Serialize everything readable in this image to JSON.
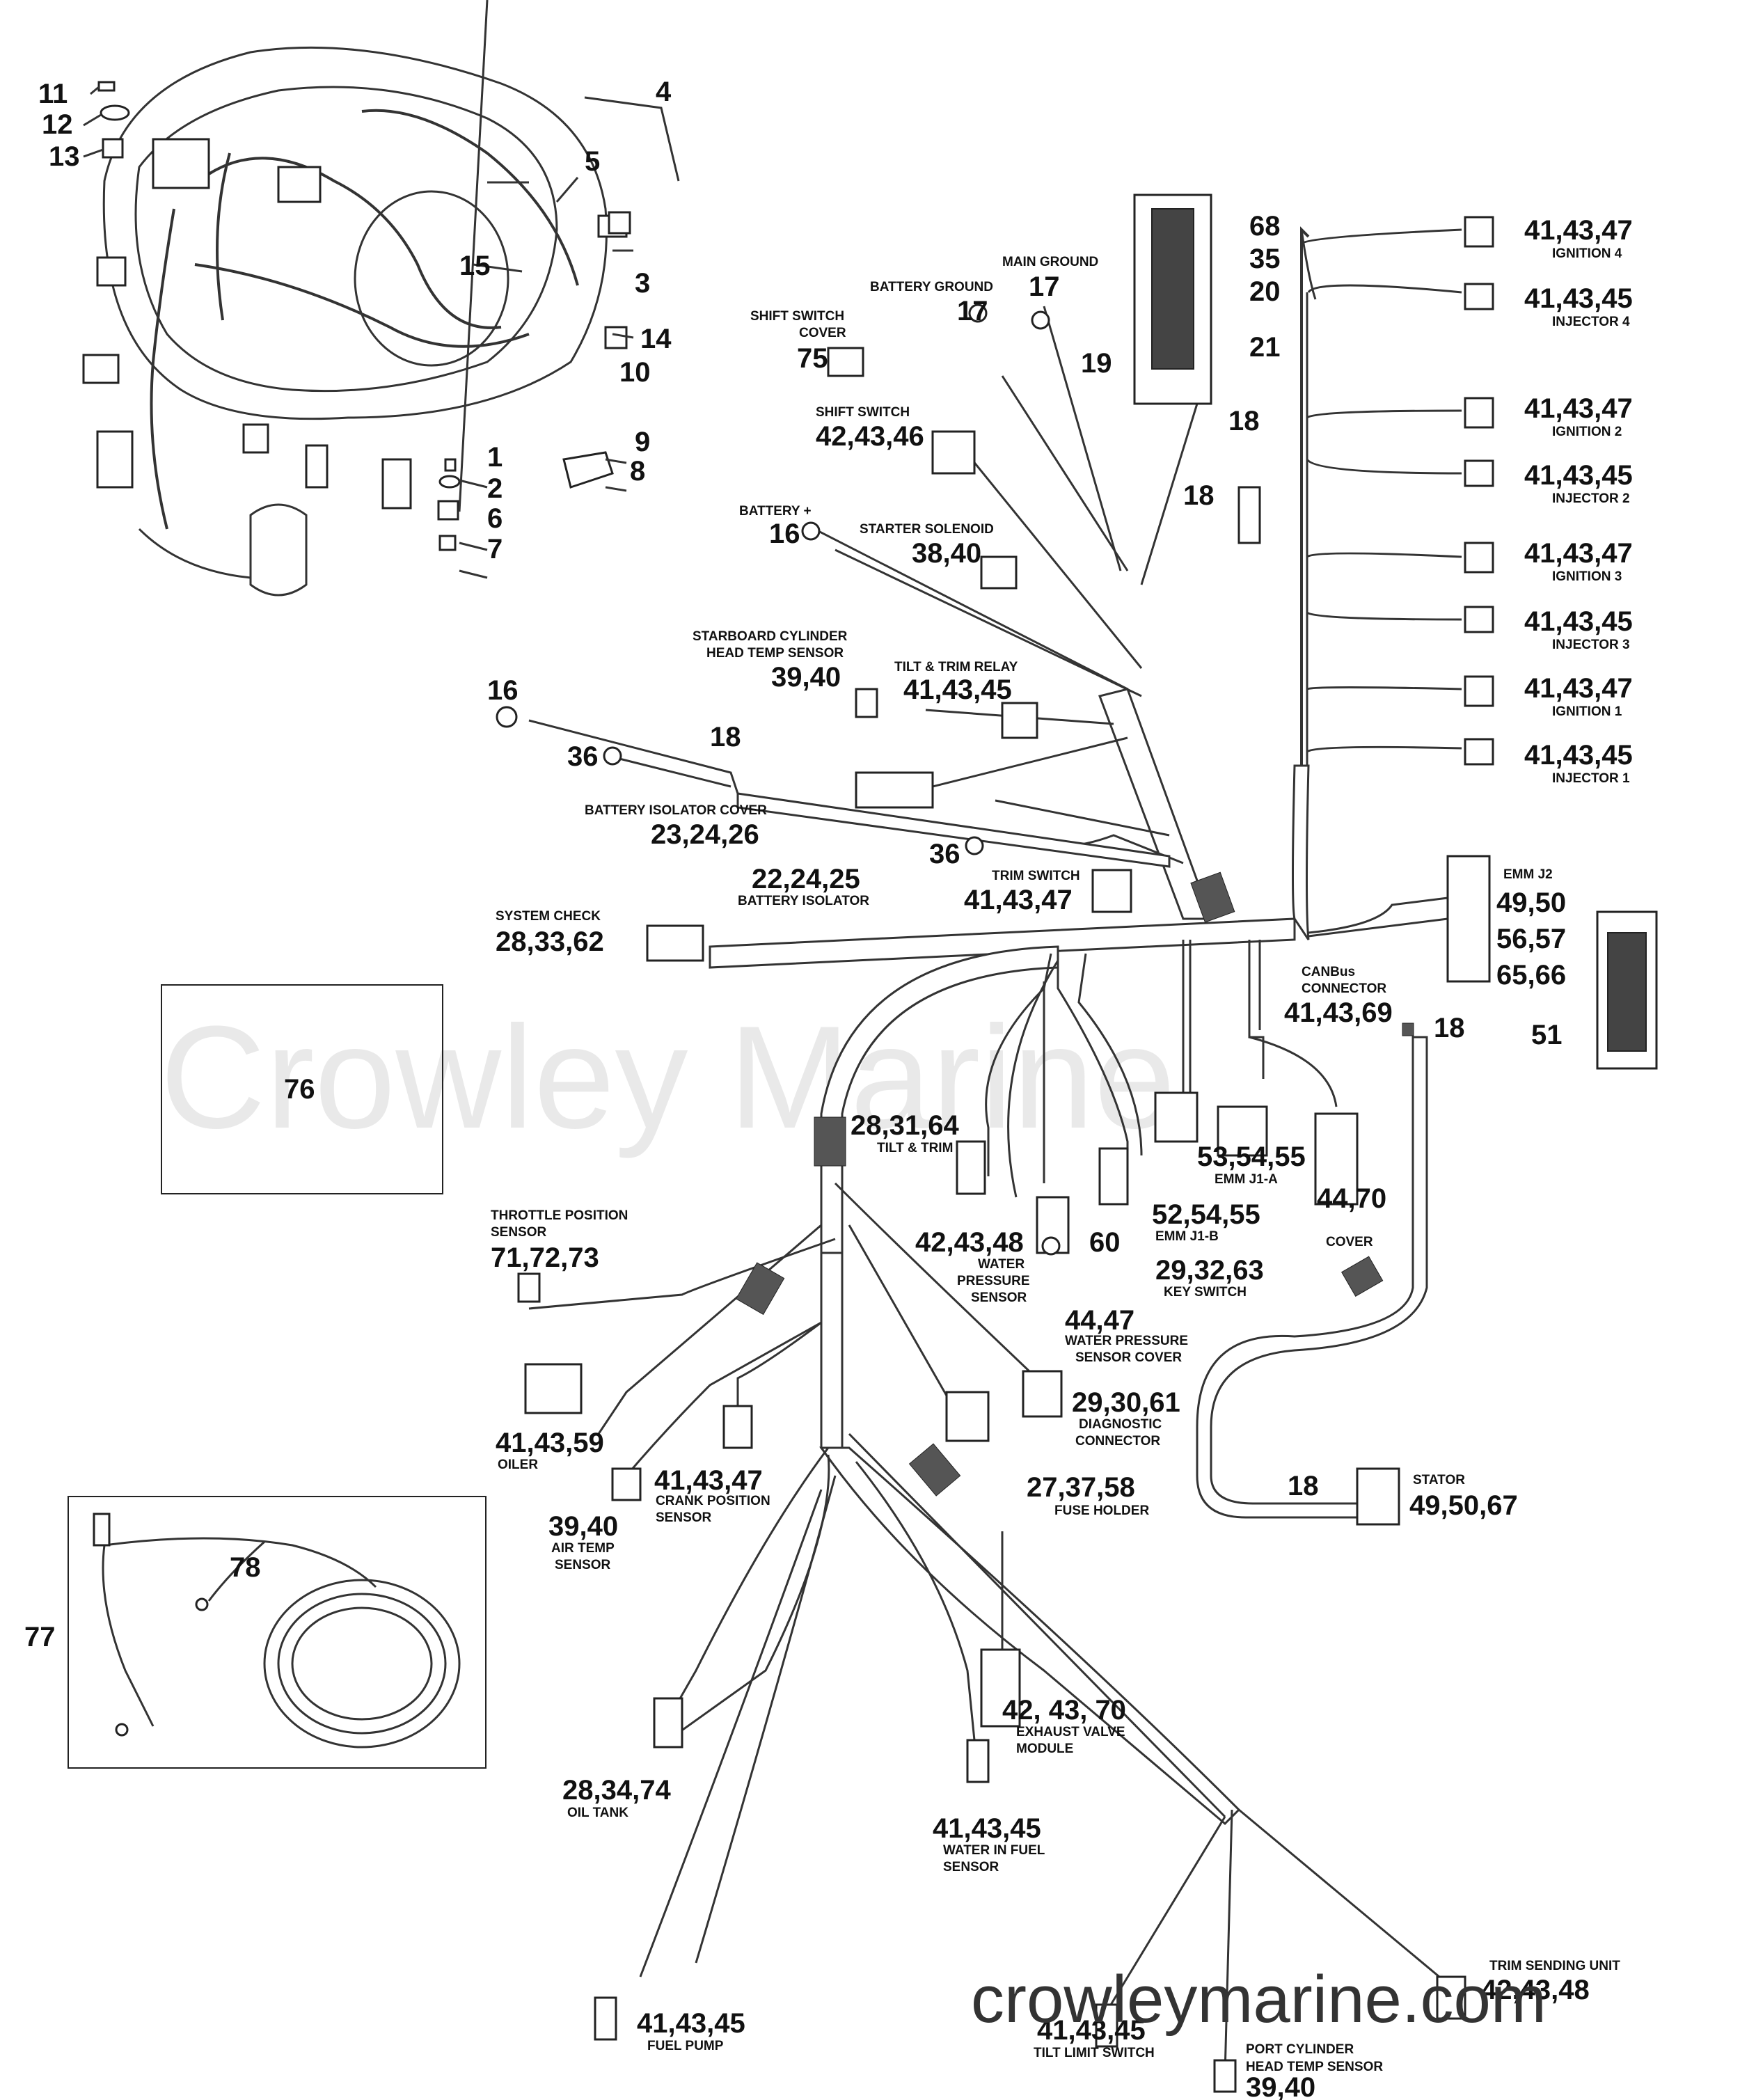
{
  "watermark": "Crowley Marine",
  "site_url": "crowleymarine.com",
  "inset_callouts": {
    "c1": "1",
    "c2": "2",
    "c3": "3",
    "c4": "4",
    "c5": "5",
    "c6": "6",
    "c7": "7",
    "c8": "8",
    "c9": "9",
    "c10": "10",
    "c11": "11",
    "c12": "12",
    "c13": "13",
    "c14": "14",
    "c15": "15"
  },
  "boxes": {
    "b76": "76",
    "b77": "77",
    "b78": "78"
  },
  "connectors": [
    {
      "id": "ign4",
      "parts": "41,43,47",
      "label": "IGNITION 4"
    },
    {
      "id": "inj4",
      "parts": "41,43,45",
      "label": "INJECTOR 4"
    },
    {
      "id": "ign2",
      "parts": "41,43,47",
      "label": "IGNITION 2"
    },
    {
      "id": "inj2",
      "parts": "41,43,45",
      "label": "INJECTOR 2"
    },
    {
      "id": "ign3",
      "parts": "41,43,47",
      "label": "IGNITION 3"
    },
    {
      "id": "inj3",
      "parts": "41,43,45",
      "label": "INJECTOR 3"
    },
    {
      "id": "ign1",
      "parts": "41,43,47",
      "label": "IGNITION 1"
    },
    {
      "id": "inj1",
      "parts": "41,43,45",
      "label": "INJECTOR 1"
    }
  ],
  "top_parts": {
    "p68": "68",
    "p35": "35",
    "p20": "20",
    "p21": "21",
    "p19": "19",
    "p18a": "18",
    "p18b": "18",
    "main_ground_label": "MAIN GROUND",
    "main_ground_num": "17",
    "battery_ground_label": "BATTERY GROUND",
    "battery_ground_num": "17",
    "shift_cover_label1": "SHIFT SWITCH",
    "shift_cover_label2": "COVER",
    "shift_cover_num": "75",
    "shift_switch_label": "SHIFT SWITCH",
    "shift_switch_num": "42,43,46",
    "battery_plus_label": "BATTERY +",
    "battery_plus_num": "16",
    "starter_label": "STARTER SOLENOID",
    "starter_num": "38,40",
    "stbd_label1": "STARBOARD CYLINDER",
    "stbd_label2": "HEAD TEMP SENSOR",
    "stbd_num": "39,40",
    "tilt_relay_label": "TILT & TRIM RELAY",
    "tilt_relay_num": "41,43,45",
    "p16": "16",
    "p36a": "36",
    "p18c": "18",
    "iso_cover_label": "BATTERY ISOLATOR COVER",
    "iso_cover_num": "23,24,26",
    "iso_num": "22,24,25",
    "iso_label": "BATTERY ISOLATOR",
    "p36b": "36",
    "trim_switch_label": "TRIM SWITCH",
    "trim_switch_num": "41,43,47",
    "system_check_label": "SYSTEM CHECK",
    "system_check_num": "28,33,62"
  },
  "right_parts": {
    "emm_j2_label": "EMM J2",
    "emm_j2_num1": "49,50",
    "emm_j2_num2": "56,57",
    "emm_j2_num3": "65,66",
    "p51": "51",
    "p18d": "18",
    "canbus_label1": "CANBus",
    "canbus_label2": "CONNECTOR",
    "canbus_num": "41,43,69",
    "emm_j1a_num": "53,54,55",
    "emm_j1a_label": "EMM J1-A",
    "cover_num": "44,70",
    "cover_label": "COVER",
    "emm_j1b_num": "52,54,55",
    "emm_j1b_label": "EMM J1-B",
    "key_num": "29,32,63",
    "key_label": "KEY SWITCH",
    "tilt_trim_num": "28,31,64",
    "tilt_trim_label": "TILT & TRIM",
    "wp_num": "42,43,48",
    "wp_label1": "WATER",
    "wp_label2": "PRESSURE",
    "wp_label3": "SENSOR",
    "p60": "60",
    "wpc_num": "44,47",
    "wpc_label1": "WATER PRESSURE",
    "wpc_label2": "SENSOR COVER",
    "stator_label": "STATOR",
    "stator_num": "49,50,67",
    "p18e": "18"
  },
  "lower_parts": {
    "tps_label1": "THROTTLE POSITION",
    "tps_label2": "SENSOR",
    "tps_num": "71,72,73",
    "oiler_num": "41,43,59",
    "oiler_label": "OILER",
    "air_num": "39,40",
    "air_label1": "AIR TEMP",
    "air_label2": "SENSOR",
    "crank_num": "41,43,47",
    "crank_label1": "CRANK POSITION",
    "crank_label2": "SENSOR",
    "diag_num": "29,30,61",
    "diag_label1": "DIAGNOSTIC",
    "diag_label2": "CONNECTOR",
    "fuse_num": "27,37,58",
    "fuse_label": "FUSE HOLDER",
    "exh_num": "42, 43, 70",
    "exh_label1": "EXHAUST VALVE",
    "exh_label2": "MODULE",
    "oiltank_num": "28,34,74",
    "oiltank_label": "OIL TANK",
    "wif_num": "41,43,45",
    "wif_label1": "WATER IN FUEL",
    "wif_label2": "SENSOR",
    "fuelpump_num": "41,43,45",
    "fuelpump_label": "FUEL PUMP",
    "tls_num": "41,43,45",
    "tls_label": "TILT LIMIT SWITCH",
    "port_label1": "PORT CYLINDER",
    "port_label2": "HEAD TEMP SENSOR",
    "port_num": "39,40",
    "tsu_label": "TRIM SENDING UNIT",
    "tsu_num": "42,43,48"
  }
}
